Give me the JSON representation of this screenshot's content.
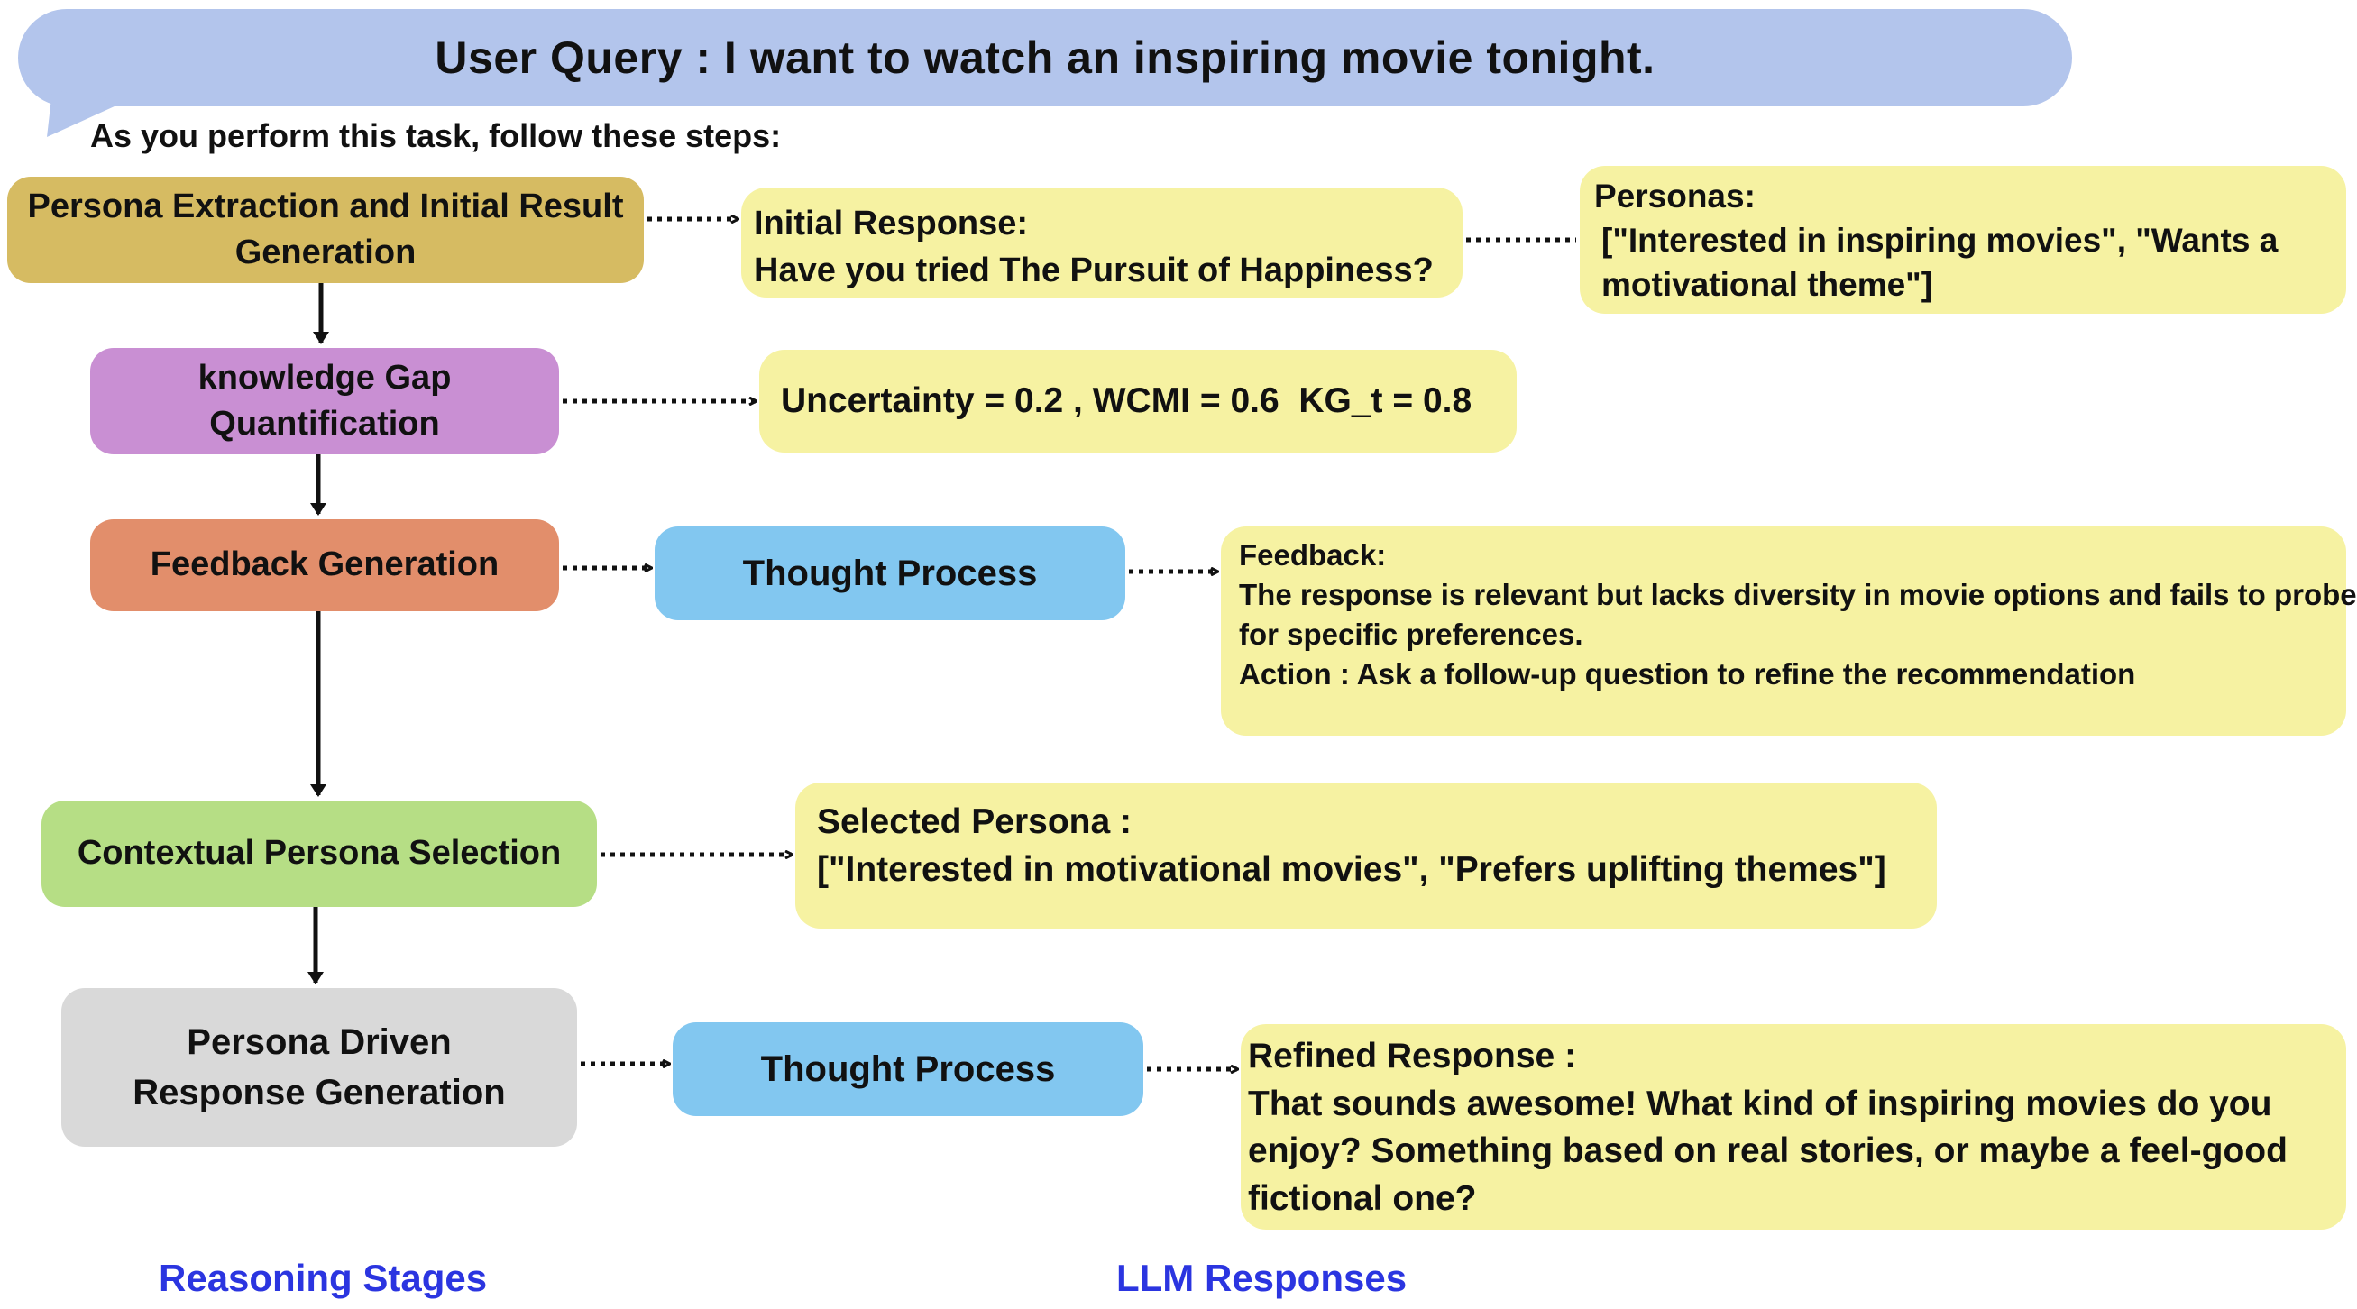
{
  "query": {
    "title": "User Query : I want to watch an inspiring movie tonight."
  },
  "instruction": "As you perform this task, follow these steps:",
  "stages": {
    "persona_extraction": [
      "Persona Extraction and Initial Result",
      "Generation"
    ],
    "knowledge_gap": [
      "knowledge Gap",
      "Quantification"
    ],
    "feedback_generation": "Feedback Generation",
    "contextual_persona": "Contextual Persona Selection",
    "persona_driven": [
      "Persona Driven",
      "Response Generation"
    ]
  },
  "thought_process": [
    "Thought Process",
    "Thought Process"
  ],
  "responses": {
    "initial": [
      "Initial Response:",
      "Have you tried The Pursuit of Happiness?"
    ],
    "personas": [
      "Personas:",
      "[\"Interested in inspiring movies\", \"Wants a",
      "motivational theme\"]"
    ],
    "uncertainty": "Uncertainty = 0.2 , WCMI = 0.6  KG_t = 0.8",
    "feedback": [
      "Feedback:",
      "The response is relevant but lacks diversity in movie options and fails to probe",
      "for specific preferences.",
      "Action : Ask a follow-up question to refine the recommendation"
    ],
    "selected_persona": [
      "Selected Persona :",
      "[\"Interested in motivational movies\", \"Prefers uplifting themes\"]"
    ],
    "refined": [
      "Refined Response :",
      "That sounds awesome! What kind of inspiring movies do you",
      "enjoy? Something based on real stories, or maybe a feel-good",
      "fictional one?"
    ]
  },
  "footer": {
    "left": "Reasoning Stages",
    "right": "LLM Responses"
  },
  "colors": {
    "bubble": "#b3c5ec",
    "stage_persona_extraction": "#d6bb62",
    "stage_knowledge_gap": "#c98fd3",
    "stage_feedback": "#e28e6b",
    "stage_contextual": "#b6de85",
    "stage_persona_driven": "#d9d9d9",
    "thought_process": "#82c7f0",
    "response": "#f6f2a2",
    "footer_text": "#2b35e0"
  }
}
